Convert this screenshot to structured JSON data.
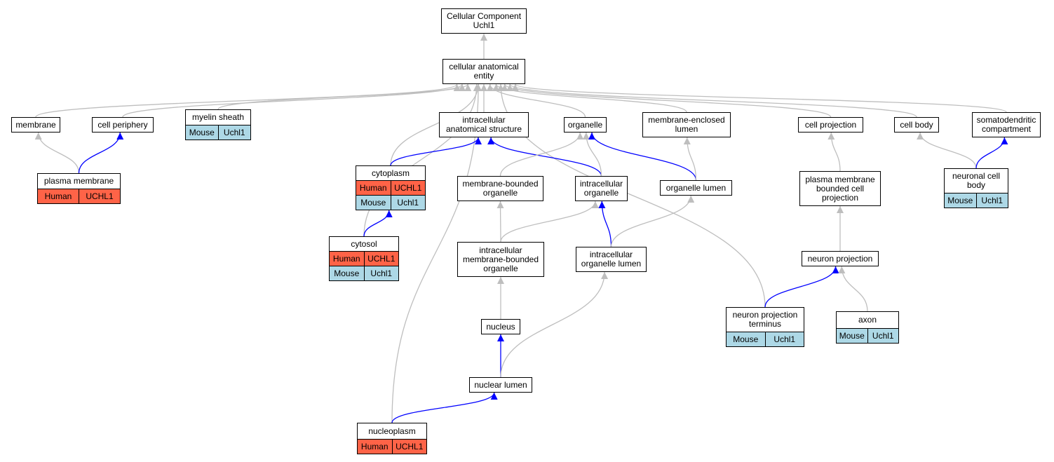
{
  "nodes": {
    "root": {
      "label": "Cellular Component\nUchl1"
    },
    "cae": {
      "label": "cellular anatomical\nentity"
    },
    "membrane": {
      "label": "membrane"
    },
    "cell_periphery": {
      "label": "cell periphery"
    },
    "myelin_sheath": {
      "label": "myelin sheath",
      "rows": [
        [
          "Mouse",
          "Uchl1"
        ]
      ]
    },
    "ias": {
      "label": "intracellular\nanatomical structure"
    },
    "organelle": {
      "label": "organelle"
    },
    "mel": {
      "label": "membrane-enclosed\nlumen"
    },
    "cell_projection": {
      "label": "cell projection"
    },
    "cell_body": {
      "label": "cell body"
    },
    "somatodendritic": {
      "label": "somatodendritic\ncompartment"
    },
    "plasma_membrane": {
      "label": "plasma membrane",
      "rows": [
        [
          "Human",
          "UCHL1"
        ]
      ]
    },
    "cytoplasm": {
      "label": "cytoplasm",
      "rows": [
        [
          "Human",
          "UCHL1"
        ],
        [
          "Mouse",
          "Uchl1"
        ]
      ]
    },
    "mbo": {
      "label": "membrane-bounded\norganelle"
    },
    "io": {
      "label": "intracellular\norganelle"
    },
    "ol": {
      "label": "organelle lumen"
    },
    "pmbcp": {
      "label": "plasma membrane\nbounded cell\nprojection"
    },
    "ncb": {
      "label": "neuronal cell\nbody",
      "rows": [
        [
          "Mouse",
          "Uchl1"
        ]
      ]
    },
    "cytosol": {
      "label": "cytosol",
      "rows": [
        [
          "Human",
          "UCHL1"
        ],
        [
          "Mouse",
          "Uchl1"
        ]
      ]
    },
    "imbo": {
      "label": "intracellular\nmembrane-bounded\norganelle"
    },
    "iol": {
      "label": "intracellular\norganelle lumen"
    },
    "np": {
      "label": "neuron projection"
    },
    "nucleus": {
      "label": "nucleus"
    },
    "npt": {
      "label": "neuron projection\nterminus",
      "rows": [
        [
          "Mouse",
          "Uchl1"
        ]
      ]
    },
    "axon": {
      "label": "axon",
      "rows": [
        [
          "Mouse",
          "Uchl1"
        ]
      ]
    },
    "nuclear_lumen": {
      "label": "nuclear lumen"
    },
    "nucleoplasm": {
      "label": "nucleoplasm",
      "rows": [
        [
          "Human",
          "UCHL1"
        ]
      ]
    }
  },
  "colors": {
    "is_a": "#bebebe",
    "part_of": "#0000ff",
    "human": "#ff6347",
    "mouse": "#add8e6"
  },
  "edges": [
    {
      "from": "cae",
      "to": "root",
      "type": "is_a"
    },
    {
      "from": "membrane",
      "to": "cae",
      "type": "is_a"
    },
    {
      "from": "cell_periphery",
      "to": "cae",
      "type": "is_a"
    },
    {
      "from": "myelin_sheath",
      "to": "cae",
      "type": "is_a"
    },
    {
      "from": "ias",
      "to": "cae",
      "type": "is_a"
    },
    {
      "from": "organelle",
      "to": "cae",
      "type": "is_a"
    },
    {
      "from": "mel",
      "to": "cae",
      "type": "is_a"
    },
    {
      "from": "cell_projection",
      "to": "cae",
      "type": "is_a"
    },
    {
      "from": "cell_body",
      "to": "cae",
      "type": "is_a"
    },
    {
      "from": "somatodendritic",
      "to": "cae",
      "type": "is_a"
    },
    {
      "from": "cytoplasm",
      "to": "cae",
      "type": "is_a"
    },
    {
      "from": "cytosol",
      "to": "cae",
      "type": "is_a"
    },
    {
      "from": "nucleoplasm",
      "to": "cae",
      "type": "is_a"
    },
    {
      "from": "npt",
      "to": "cae",
      "type": "is_a"
    },
    {
      "from": "plasma_membrane",
      "to": "membrane",
      "type": "is_a"
    },
    {
      "from": "plasma_membrane",
      "to": "cell_periphery",
      "type": "part_of"
    },
    {
      "from": "cytoplasm",
      "to": "ias",
      "type": "part_of"
    },
    {
      "from": "io",
      "to": "ias",
      "type": "part_of"
    },
    {
      "from": "mbo",
      "to": "organelle",
      "type": "is_a"
    },
    {
      "from": "io",
      "to": "organelle",
      "type": "is_a"
    },
    {
      "from": "ol",
      "to": "organelle",
      "type": "part_of"
    },
    {
      "from": "ol",
      "to": "mel",
      "type": "is_a"
    },
    {
      "from": "pmbcp",
      "to": "cell_projection",
      "type": "is_a"
    },
    {
      "from": "ncb",
      "to": "cell_body",
      "type": "is_a"
    },
    {
      "from": "ncb",
      "to": "somatodendritic",
      "type": "part_of"
    },
    {
      "from": "cytosol",
      "to": "cytoplasm",
      "type": "part_of"
    },
    {
      "from": "imbo",
      "to": "mbo",
      "type": "is_a"
    },
    {
      "from": "imbo",
      "to": "io",
      "type": "is_a"
    },
    {
      "from": "iol",
      "to": "io",
      "type": "part_of"
    },
    {
      "from": "iol",
      "to": "ol",
      "type": "is_a"
    },
    {
      "from": "np",
      "to": "pmbcp",
      "type": "is_a"
    },
    {
      "from": "nucleus",
      "to": "imbo",
      "type": "is_a"
    },
    {
      "from": "npt",
      "to": "np",
      "type": "part_of"
    },
    {
      "from": "axon",
      "to": "np",
      "type": "is_a"
    },
    {
      "from": "nuclear_lumen",
      "to": "nucleus",
      "type": "part_of"
    },
    {
      "from": "nuclear_lumen",
      "to": "iol",
      "type": "is_a"
    },
    {
      "from": "nucleoplasm",
      "to": "nuclear_lumen",
      "type": "part_of"
    }
  ]
}
